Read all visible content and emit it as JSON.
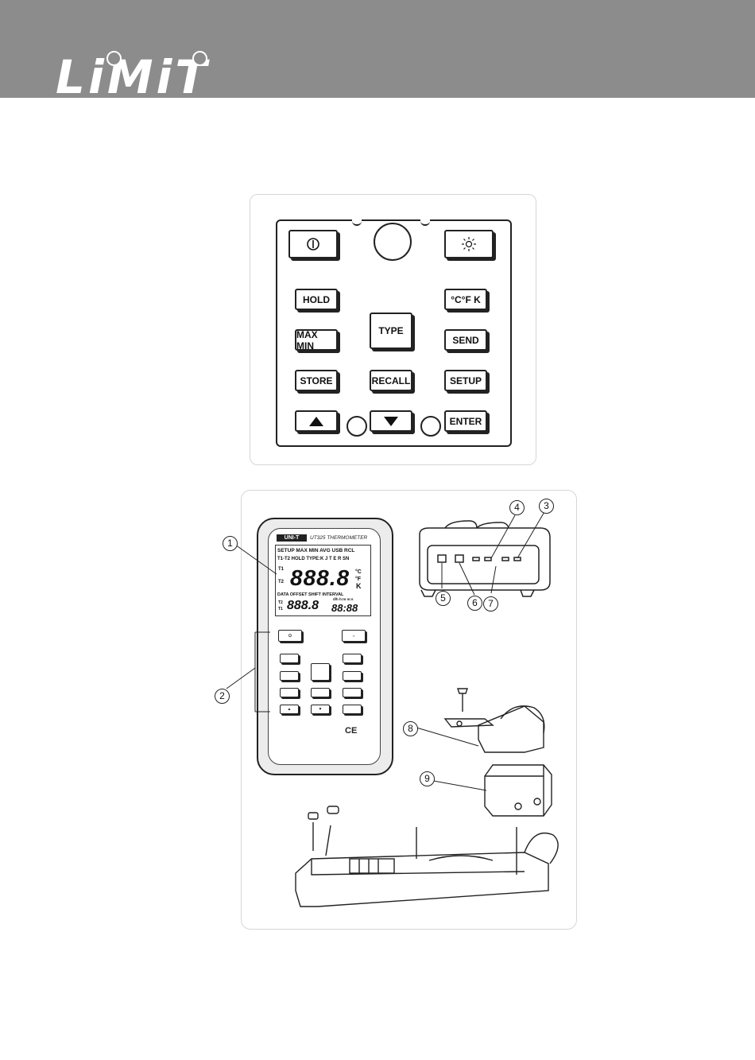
{
  "brand": {
    "logo_text": "LiMiT"
  },
  "keypad": {
    "keys": {
      "power": "",
      "backlight": "",
      "hold": "HOLD",
      "units": "°C°F K",
      "type": "TYPE",
      "maxmin": "MAX MIN",
      "send": "SEND",
      "store": "STORE",
      "recall": "RECALL",
      "setup": "SETUP",
      "enter": "ENTER"
    }
  },
  "device": {
    "brand_label": "UNI-T",
    "model_label": "UT325  THERMOMETER",
    "lcd": {
      "row1": "SETUP MAX MIN AVG USB RCL",
      "row2": "T1-T2  HOLD TYPE:K J T E R SN",
      "t1": "T1",
      "t2": "T2",
      "main_digits": "888.8",
      "unit_c": "°C",
      "unit_f": "°F",
      "unit_k": "K",
      "row3": "DATA  OFFSET  SHIFT  INTERVAL",
      "sub_t2": "T2",
      "sub_t1": "T1",
      "small_digits": "888.8",
      "time_units": "d/h h:m m:s",
      "time_digits": "88:88"
    },
    "ce_mark": "CE"
  },
  "callouts": [
    "1",
    "2",
    "3",
    "4",
    "5",
    "6",
    "7",
    "8",
    "9"
  ]
}
